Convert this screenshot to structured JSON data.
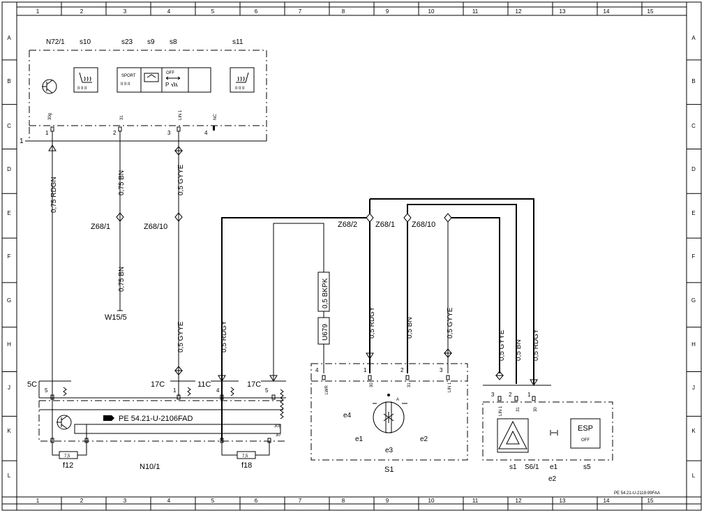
{
  "grid": {
    "columns": [
      "1",
      "2",
      "3",
      "4",
      "5",
      "6",
      "7",
      "8",
      "9",
      "10",
      "11",
      "12",
      "13",
      "14",
      "15"
    ],
    "rows": [
      "A",
      "B",
      "C",
      "D",
      "E",
      "F",
      "G",
      "H",
      "J",
      "K",
      "L"
    ]
  },
  "n72": {
    "label": "N72/1",
    "switches": [
      "s10",
      "s23",
      "s9",
      "s8",
      "s11"
    ],
    "sport_label": "SPORT",
    "off_label": "OFF",
    "p_label": "P",
    "pins": [
      {
        "num": "1",
        "signal": "30g"
      },
      {
        "num": "2",
        "signal": "31"
      },
      {
        "num": "3",
        "signal": "LIN 1"
      },
      {
        "num": "4",
        "signal": "NC"
      }
    ],
    "connector": "1"
  },
  "wires": {
    "w1": "0,75 RDGN",
    "w2a": "0,75 BN",
    "w2b": "0,75 BN",
    "w3": "0,5 GYYE",
    "w4": "0,5 GYYE",
    "w5": "0,5 RDGY",
    "w6": "0,5 BKPK",
    "w7": "0,5 RDGY",
    "w8": "0,5 BN",
    "w9": "0,5 GYYE",
    "w10": "0,5 GYYE",
    "w11": "0,5 BN",
    "w12": "0,5 RDGY",
    "u679": "U679"
  },
  "splices": {
    "z68_1_left": "Z68/1",
    "z68_10_left": "Z68/10",
    "z68_2": "Z68/2",
    "z68_1_right": "Z68/1",
    "z68_10_right": "Z68/10",
    "w15": "W15/5"
  },
  "n10": {
    "label": "N10/1",
    "ref_note": "PE 54.21-U-2106FAD",
    "conn_5c": "5C",
    "conn_17c_a": "17C",
    "conn_11c": "11C",
    "conn_17c_b": "17C",
    "pin_5a": "5",
    "pin_1": "1",
    "pin_4": "4",
    "pin_5b": "5",
    "sig_30g": "30g",
    "sig_30": "30",
    "fuse_a_label": "f12",
    "fuse_a_value": "7,5",
    "fuse_b_label": "f18",
    "fuse_b_value": "7,5"
  },
  "s1": {
    "label": "S1",
    "pins": [
      {
        "num": "4",
        "signal": "LWR"
      },
      {
        "num": "1",
        "signal": "30"
      },
      {
        "num": "2",
        "signal": "31"
      },
      {
        "num": "3",
        "signal": "LIN 1"
      }
    ],
    "e4": "e4",
    "e1": "e1",
    "e2": "e2",
    "e3": "e3",
    "a_mark": "A"
  },
  "s6": {
    "label": "S6/1",
    "pins": [
      {
        "num": "3",
        "signal": "LIN 1"
      },
      {
        "num": "2",
        "signal": "31"
      },
      {
        "num": "1",
        "signal": "30"
      }
    ],
    "s1": "s1",
    "e1": "e1",
    "e2": "e2",
    "s5": "s5",
    "esp_label": "ESP",
    "esp_off": "OFF"
  },
  "footer_ref": "PE 54.21-U-2119-99FAA"
}
